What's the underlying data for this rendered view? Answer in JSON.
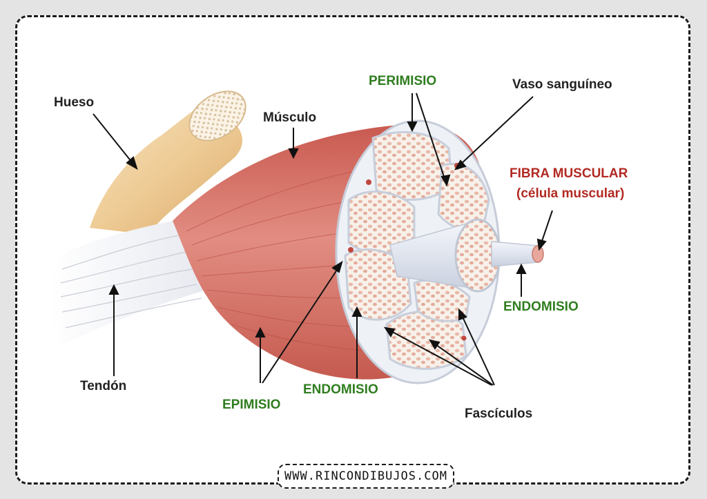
{
  "labels": {
    "hueso": "Hueso",
    "musculo": "Músculo",
    "perimisio": "PERIMISIO",
    "vaso": "Vaso sanguíneo",
    "fibra_line1": "FIBRA MUSCULAR",
    "fibra_line2": "(célula muscular)",
    "endomisio_right": "ENDOMISIO",
    "tendon": "Tendón",
    "epimisio": "EPIMISIO",
    "endomisio_center": "ENDOMISIO",
    "fasciculos": "Fascículos"
  },
  "footer": {
    "site": "WWW.RINCONDIBUJOS.COM"
  },
  "colors": {
    "muscle": "#d6776c",
    "muscle_light": "#e9a79d",
    "bone": "#f0d3a4",
    "tendon": "#f3f3f6",
    "label_green": "#2f7d1f",
    "label_red": "#b22a22"
  }
}
